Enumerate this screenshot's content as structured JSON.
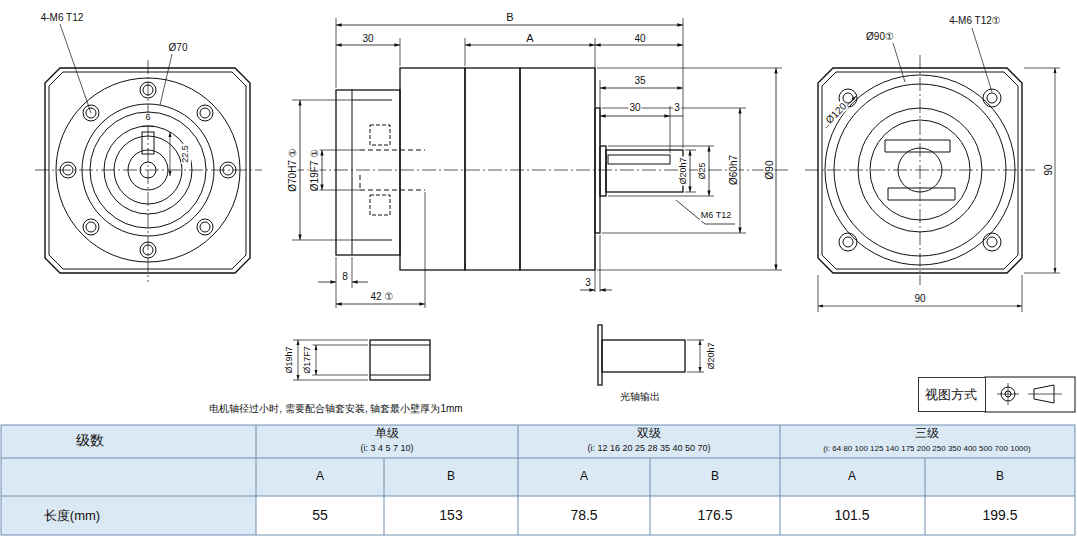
{
  "diagram": {
    "nodes": [
      {
        "text": [
          "视图方式"
        ]
      }
    ],
    "labels": [
      "4-M6 T12",
      "Ø70",
      "6",
      "22.5",
      "B",
      "30",
      "A",
      "40",
      "35",
      "30",
      "3",
      "Ø70H7 ①",
      "Ø19F7 ①",
      "Ø20h7",
      "Ø25",
      "Ø60h7",
      "Ø90",
      "M6 T12",
      "8",
      "42 ①",
      "3",
      "Ø19h7",
      "Ø17F7",
      "Ø20h7",
      "光轴输出",
      "电机轴径过小时, 需要配合轴套安装, 轴套最小壁厚为1mm",
      "Ø90①",
      "4-M6 T12①",
      "Ø120",
      "90",
      "90",
      "级数",
      "单级",
      "(i: 3 4 5 7 10)",
      "双级",
      "(i: 12 16 20 25 28 35 40 50 70)",
      "三级",
      "(i: 64 80 100 125 140 175 200 250 350 400 500 700 1000)",
      "A",
      "B",
      "A",
      "B",
      "A",
      "B",
      "长度(mm)",
      "55",
      "153",
      "78.5",
      "176.5",
      "101.5",
      "199.5"
    ]
  }
}
